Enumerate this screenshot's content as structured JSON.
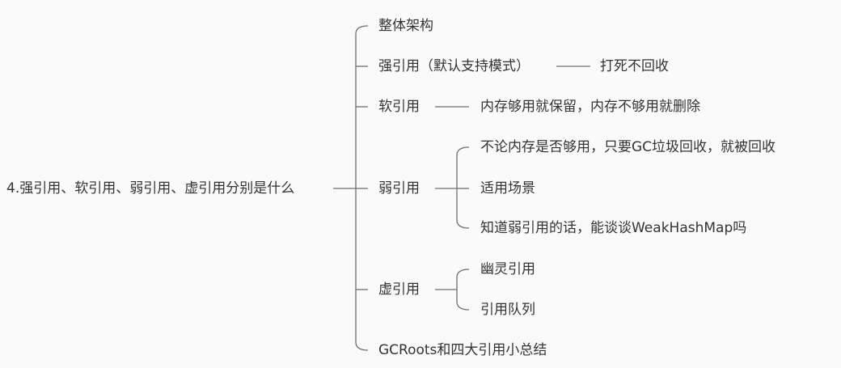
{
  "mindmap": {
    "root": "4.强引用、软引用、弱引用、虚引用分别是什么",
    "branches": [
      {
        "label": "整体架构",
        "children": []
      },
      {
        "label": "强引用（默认支持模式）",
        "children": [
          "打死不回收"
        ]
      },
      {
        "label": "软引用",
        "children": [
          "内存够用就保留，内存不够用就删除"
        ]
      },
      {
        "label": "弱引用",
        "children": [
          "不论内存是否够用，只要GC垃圾回收，就被回收",
          "适用场景",
          "知道弱引用的话，能谈谈WeakHashMap吗"
        ]
      },
      {
        "label": "虚引用",
        "children": [
          "幽灵引用",
          "引用队列"
        ]
      },
      {
        "label": "GCRoots和四大引用小总结",
        "children": []
      }
    ]
  }
}
